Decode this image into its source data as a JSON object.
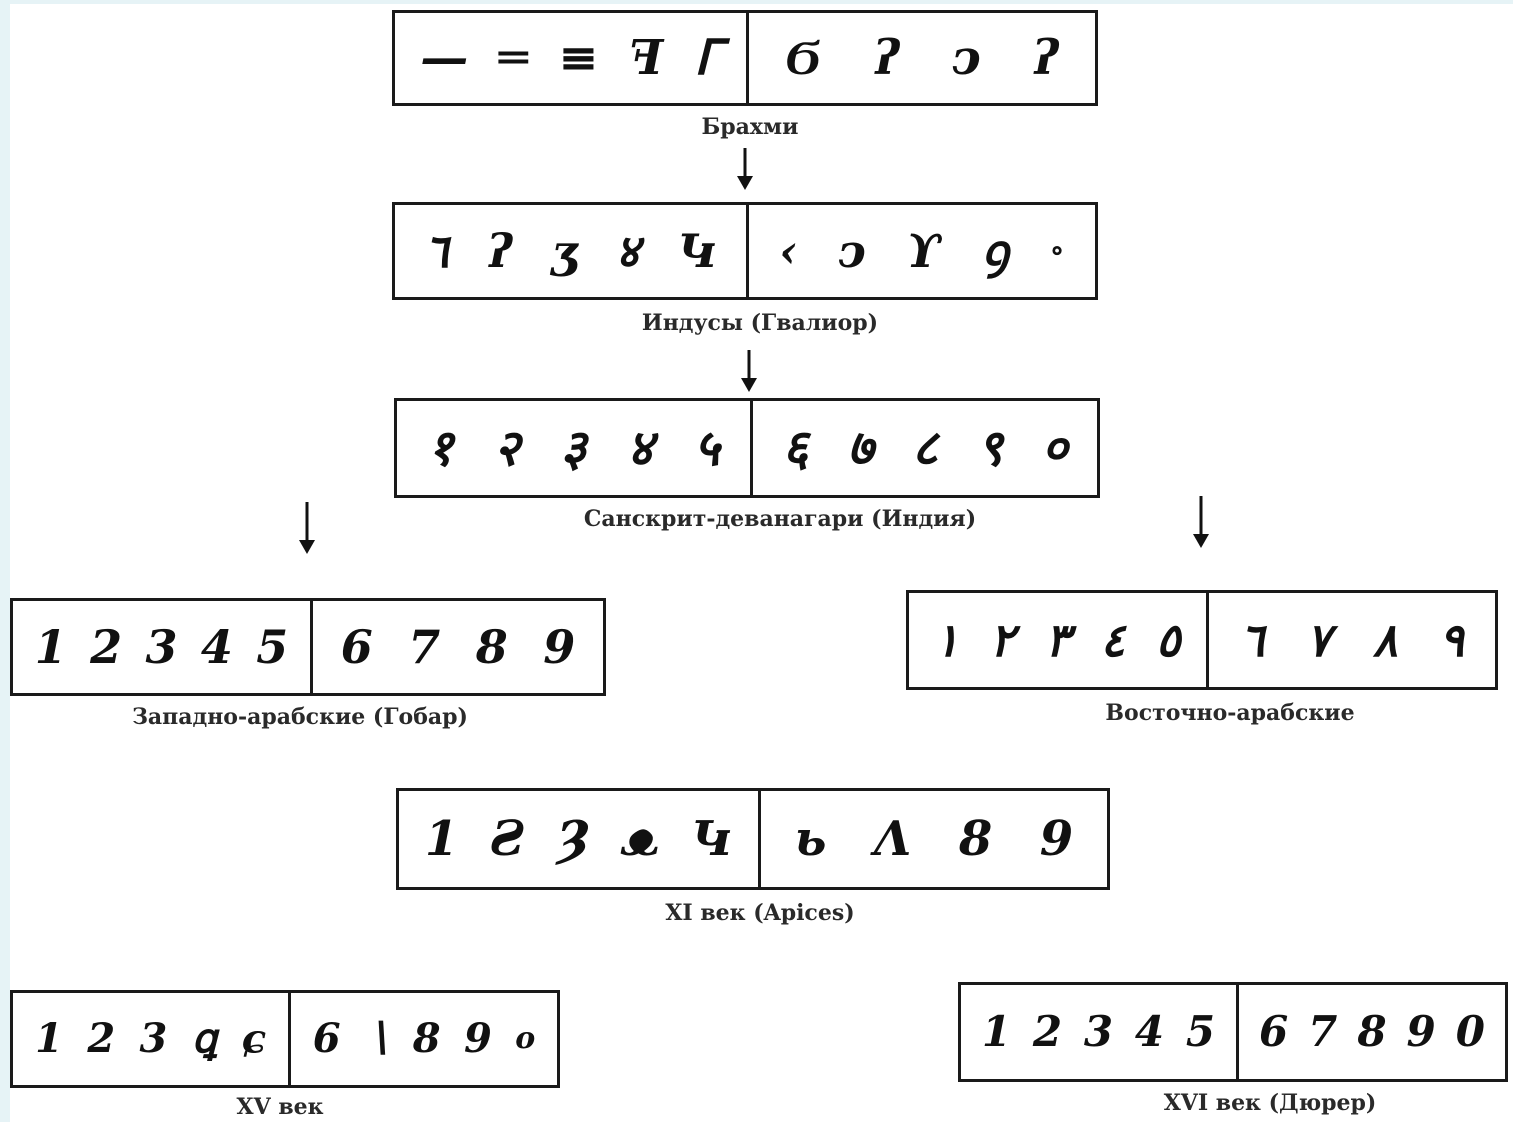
{
  "rows": [
    {
      "id": "brahmi",
      "caption": "Брахми",
      "left": [
        "—",
        "═",
        "≡",
        "ꟻ",
        "ᒥ"
      ],
      "right": [
        "Ϭ",
        "ʔ",
        "ↄ",
        "ʔ"
      ]
    },
    {
      "id": "indus",
      "caption": "Индусы (Гвалиор)",
      "left": [
        "٦",
        "ʔ",
        "ʒ",
        "४",
        "Կ"
      ],
      "right": [
        "‹",
        "ↄ",
        "ϒ",
        "ꝯ",
        "∘"
      ]
    },
    {
      "id": "sanskrit",
      "caption": "Санскрит-деванагари (Индия)",
      "left": [
        "१",
        "२",
        "३",
        "४",
        "५"
      ],
      "right": [
        "६",
        "७",
        "८",
        "९",
        "०"
      ]
    },
    {
      "id": "west-arabic",
      "caption": "Западно-арабские (Гобар)",
      "left": [
        "1",
        "2",
        "3",
        "4",
        "5"
      ],
      "right": [
        "6",
        "7",
        "8",
        "9"
      ]
    },
    {
      "id": "east-arabic",
      "caption": "Восточно-арабские",
      "left": [
        "١",
        "٢",
        "٣",
        "٤",
        "٥"
      ],
      "right": [
        "٦",
        "٧",
        "٨",
        "٩"
      ]
    },
    {
      "id": "xi",
      "caption": "XI век (Apices)",
      "left": [
        "1",
        "Ƨ",
        "Ȝ",
        "ᴥ",
        "Կ"
      ],
      "right": [
        "ь",
        "Λ",
        "8",
        "9"
      ]
    },
    {
      "id": "xv",
      "caption": "XV век",
      "left": [
        "1",
        "2",
        "3",
        "ꝗ",
        "ɕ"
      ],
      "right": [
        "6",
        "∖",
        "8",
        "9",
        "o"
      ]
    },
    {
      "id": "xvi",
      "caption": "XVI век (Дюрер)",
      "left": [
        "1",
        "2",
        "3",
        "4",
        "5"
      ],
      "right": [
        "6",
        "7",
        "8",
        "9",
        "0"
      ]
    }
  ]
}
